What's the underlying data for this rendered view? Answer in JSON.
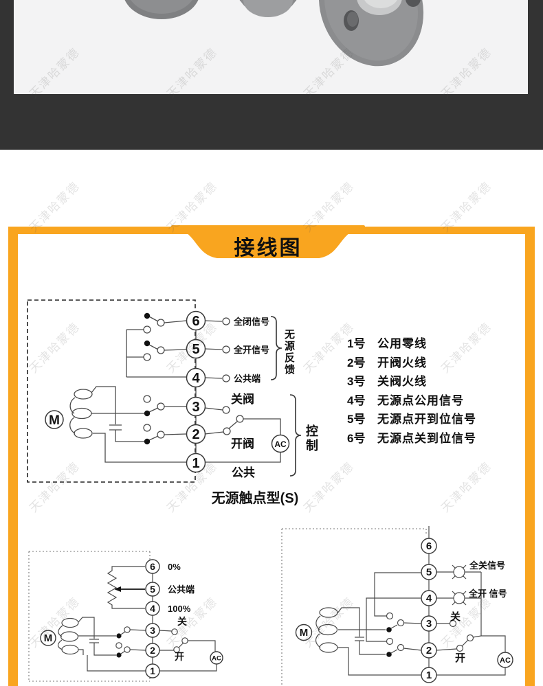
{
  "watermark": {
    "text": "天津哈蒙德"
  },
  "banner": {
    "title": "接线图"
  },
  "colors": {
    "accent_orange": "#f9a51f",
    "dark_band": "#333333",
    "photo_bg": "#f3f3f4"
  },
  "main_diagram": {
    "caption": "无源触点型(S)",
    "motor": "M",
    "ac": "AC",
    "terminals": {
      "t6": "6",
      "t5": "5",
      "t4": "4",
      "t3": "3",
      "t2": "2",
      "t1": "1"
    },
    "labels": {
      "t6": "全闭信号",
      "t5": "全开信号",
      "t4": "公共端",
      "t3": "关阀",
      "t2": "开阀",
      "t1": "公共"
    },
    "brace_feedback": "无源反馈",
    "brace_control": "控制"
  },
  "terminal_list": {
    "rows": [
      {
        "no": "1号",
        "desc": "公用零线"
      },
      {
        "no": "2号",
        "desc": "开阀火线"
      },
      {
        "no": "3号",
        "desc": "关阀火线"
      },
      {
        "no": "4号",
        "desc": "无源点公用信号"
      },
      {
        "no": "5号",
        "desc": "无源点开到位信号"
      },
      {
        "no": "6号",
        "desc": "无源点关到位信号"
      }
    ]
  },
  "bottom_left": {
    "motor": "M",
    "ac": "AC",
    "terminals": {
      "t6": "6",
      "t5": "5",
      "t4": "4",
      "t3": "3",
      "t2": "2",
      "t1": "1"
    },
    "labels": {
      "t6": "0%",
      "t5": "公共端",
      "t4": "100%",
      "t3": "关",
      "t2": "开"
    }
  },
  "bottom_right": {
    "motor": "M",
    "ac": "AC",
    "terminals": {
      "t6": "6",
      "t5": "5",
      "t4": "4",
      "t3": "3",
      "t2": "2",
      "t1": "1"
    },
    "labels": {
      "t5": "全关信号",
      "t4": "全开 信号",
      "t3": "关",
      "t2": "开"
    }
  }
}
